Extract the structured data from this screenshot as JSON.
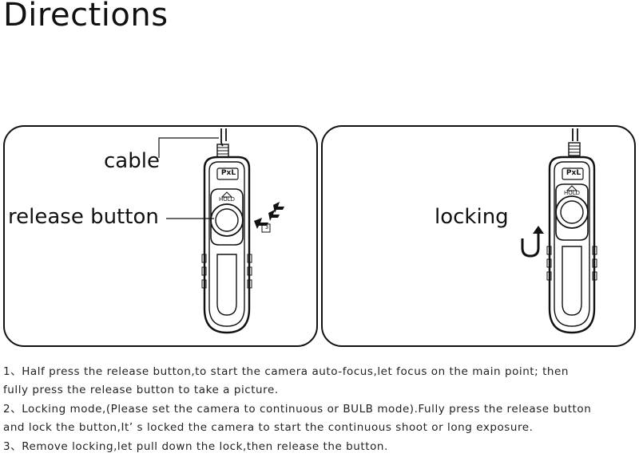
{
  "title": "Directions",
  "left_panel": {
    "labels": {
      "cable": "cable",
      "release_button": "release button"
    },
    "device": {
      "brand_mark": "PxL",
      "hold_text": "HOLD",
      "step_number": "3"
    }
  },
  "right_panel": {
    "labels": {
      "locking": "locking"
    },
    "device": {
      "brand_mark": "PxL",
      "hold_text": "HOLD"
    }
  },
  "instructions": [
    "1、Half press the release button,to start the camera auto-focus,let focus on the main point; then",
    "fully press the release button to take a picture.",
    "2、Locking mode,(Please set the camera to continuous or BULB mode).Fully press the release button",
    "and lock the button,It’ s locked the camera to start the continuous shoot or long exposure.",
    "3、Remove locking,let pull down the lock,then release the button."
  ],
  "colors": {
    "ink": "#111111",
    "background": "#ffffff"
  }
}
